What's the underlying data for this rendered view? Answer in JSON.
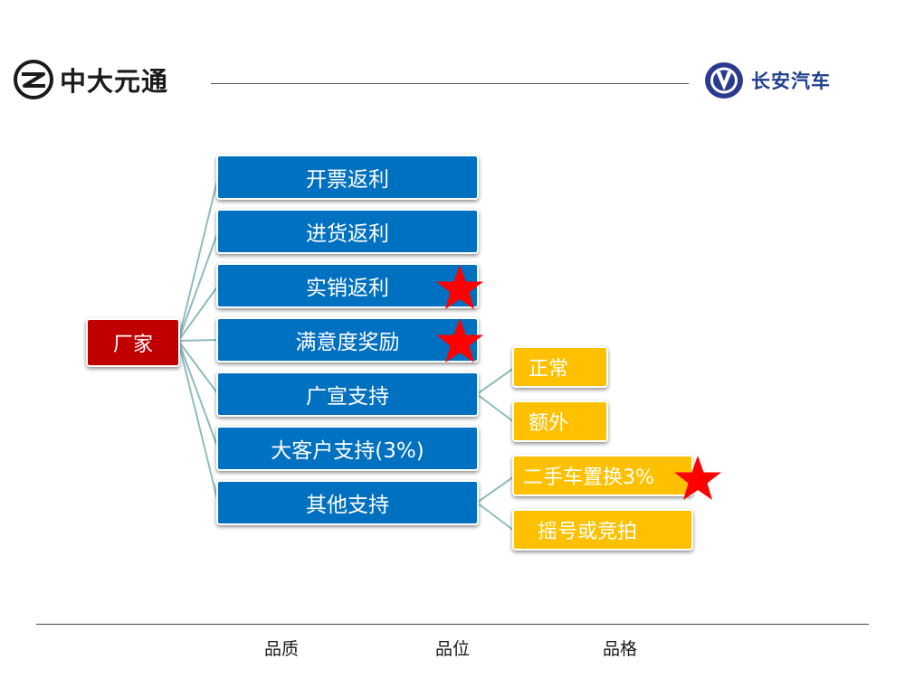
{
  "header": {
    "left_brand": "中大元通",
    "right_brand": "长安汽车"
  },
  "diagram": {
    "root": "厂家",
    "branches": [
      "开票返利",
      "进货返利",
      "实销返利",
      "满意度奖励",
      "广宣支持",
      "大客户支持(3%)",
      "其他支持"
    ],
    "sub_guangxuan": [
      "正常",
      "额外"
    ],
    "sub_qita": [
      "二手车置换3%",
      "摇号或竞拍"
    ]
  },
  "footer": {
    "items": [
      "品质",
      "品位",
      "品格"
    ]
  },
  "colors": {
    "root": "#c00000",
    "branch": "#0070c0",
    "sub": "#ffc000",
    "star": "#ff0000",
    "connector": "#8fbcbf"
  }
}
